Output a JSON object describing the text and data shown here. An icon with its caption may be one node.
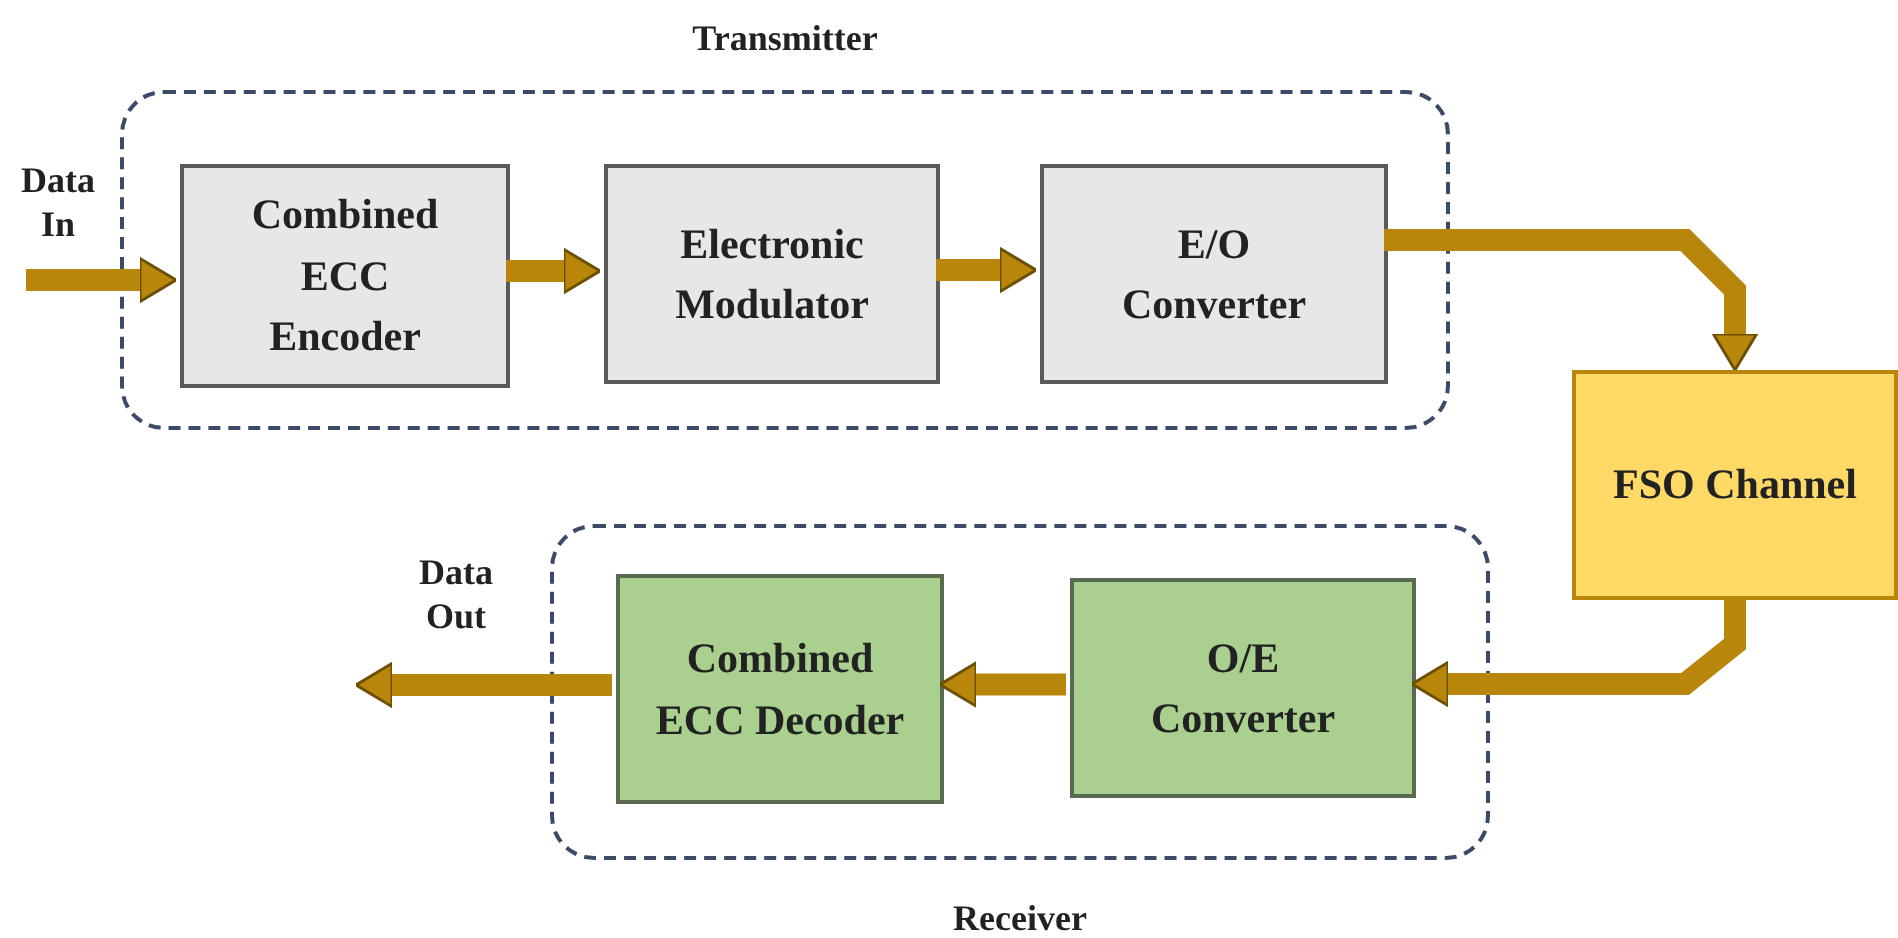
{
  "diagram": {
    "nodes": [
      {
        "text": [
          "Transmitter"
        ]
      },
      {
        "text": [
          "Combined ECC Encoder"
        ],
        "in": 0
      },
      {
        "text": [
          "Electronic Modulator"
        ],
        "in": 0
      },
      {
        "text": [
          "E/O Converter"
        ],
        "in": 0
      },
      {
        "text": [
          "FSO Channel"
        ]
      },
      {
        "text": [
          "Receiver"
        ]
      },
      {
        "text": [
          "O/E Converter"
        ],
        "in": 5
      },
      {
        "text": [
          "Combined ECC Decoder"
        ],
        "in": 5
      }
    ],
    "edges": [
      {
        "from": null,
        "to": 1,
        "arrow": "to"
      },
      {
        "from": 1,
        "to": 2,
        "arrow": "to"
      },
      {
        "from": 2,
        "to": 3,
        "arrow": "to"
      },
      {
        "from": 3,
        "to": 4,
        "arrow": "to"
      },
      {
        "from": 4,
        "to": 6,
        "arrow": "to"
      },
      {
        "from": 6,
        "to": 7,
        "arrow": "to"
      },
      {
        "from": 7,
        "to": null,
        "arrow": "to"
      }
    ],
    "labels": [
      "Data In",
      "Data Out"
    ]
  }
}
